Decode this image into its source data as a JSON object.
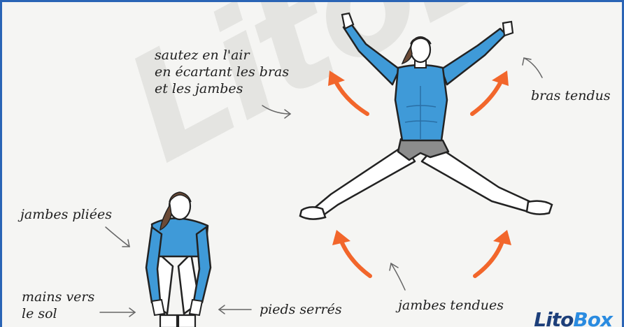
{
  "labels": {
    "jump": [
      "sautez en l'air",
      "en écartant les bras",
      "et les jambes"
    ],
    "arms": "bras tendus",
    "bent_legs": "jambes pliées",
    "hands": [
      "mains vers",
      "le sol"
    ],
    "feet": "pieds serrés",
    "straight_legs": "jambes tendues"
  },
  "logo": {
    "part1": "Lito",
    "part2": "Box"
  },
  "watermark": "LitoBox",
  "colors": {
    "shirt": "#3f9ad8",
    "arrow": "#f2662b",
    "frame": "#2a64b5",
    "shorts": "#8c8c8c"
  }
}
